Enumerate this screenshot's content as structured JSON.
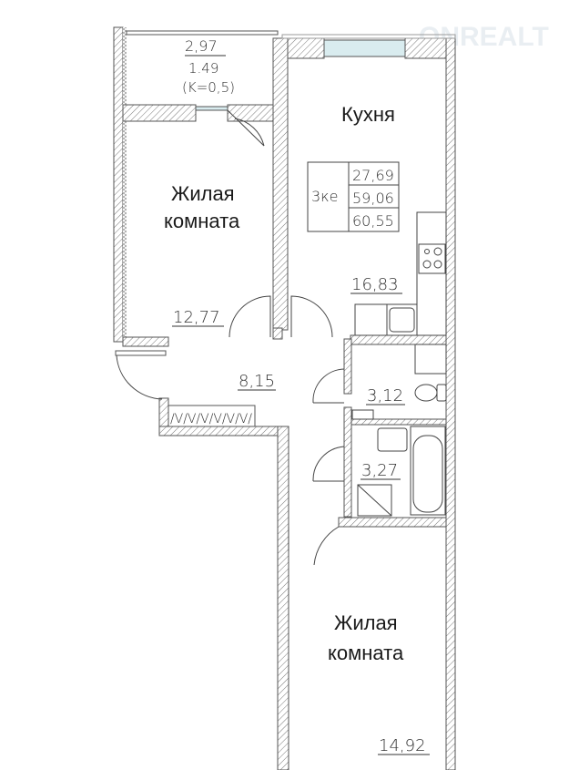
{
  "watermark": "ONREALT",
  "balcony": {
    "area": "2,97",
    "reduced_area": "1.49",
    "coef": "(K=0,5)"
  },
  "kitchen": {
    "label": "Кухня",
    "area": "16,83"
  },
  "summary": {
    "type": "3ке",
    "living_area": "27,69",
    "total_area": "59,06",
    "total_with_balcony": "60,55"
  },
  "room_top": {
    "label_line1": "Жилая",
    "label_line2": "комната",
    "area": "12,77"
  },
  "hall": {
    "area": "8,15",
    "wardrobe": "/V/V/V/V/V/V/"
  },
  "wc": {
    "area": "3,12"
  },
  "bathroom": {
    "area": "3,27"
  },
  "room_bottom": {
    "label_line1": "Жилая",
    "label_line2": "комната",
    "area": "14,92"
  },
  "colors": {
    "wall_stroke": "#555555",
    "hatch": "#777777",
    "window": "#d9ecef"
  }
}
